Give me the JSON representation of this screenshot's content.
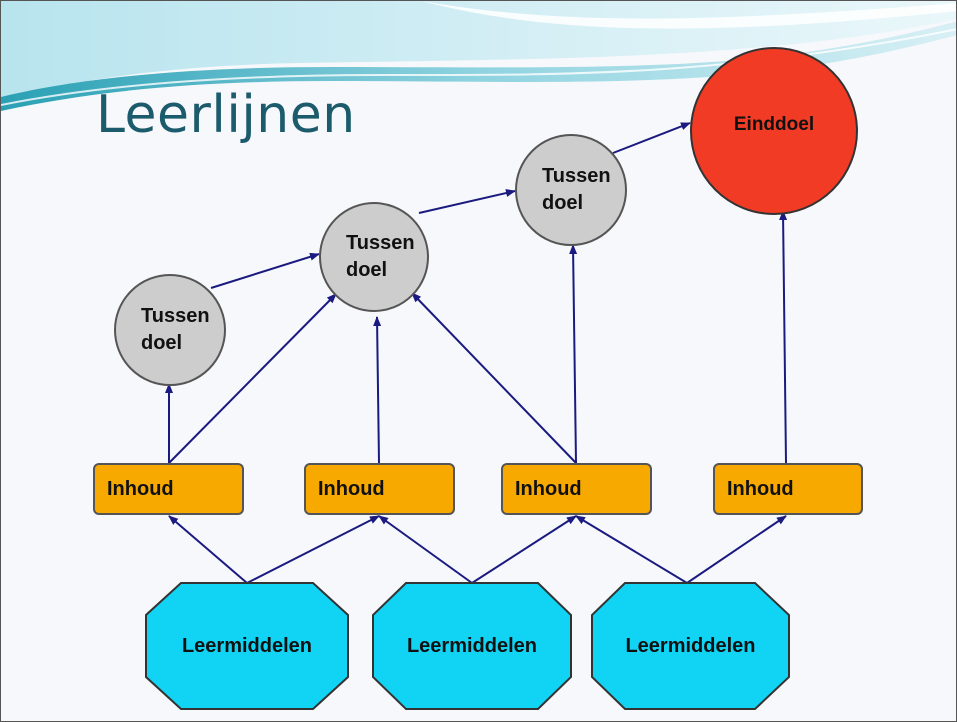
{
  "slide": {
    "title": "Leerlijnen"
  },
  "diagram": {
    "end_goal": {
      "label": "Einddoel",
      "color": "#f23b24"
    },
    "intermediate_goals": [
      {
        "label": "Tussen\ndoel"
      },
      {
        "label": "Tussen\ndoel"
      },
      {
        "label": "Tussen\ndoel"
      }
    ],
    "contents": [
      {
        "label": "Inhoud"
      },
      {
        "label": "Inhoud"
      },
      {
        "label": "Inhoud"
      },
      {
        "label": "Inhoud"
      }
    ],
    "resources": [
      {
        "label": "Leermiddelen"
      },
      {
        "label": "Leermiddelen"
      },
      {
        "label": "Leermiddelen"
      }
    ],
    "colors": {
      "intermediate_goal": "#cdcdcd",
      "content": "#f7a900",
      "resource": "#11d4f5",
      "arrow": "#1a1a80",
      "title": "#1c5b6b"
    }
  }
}
